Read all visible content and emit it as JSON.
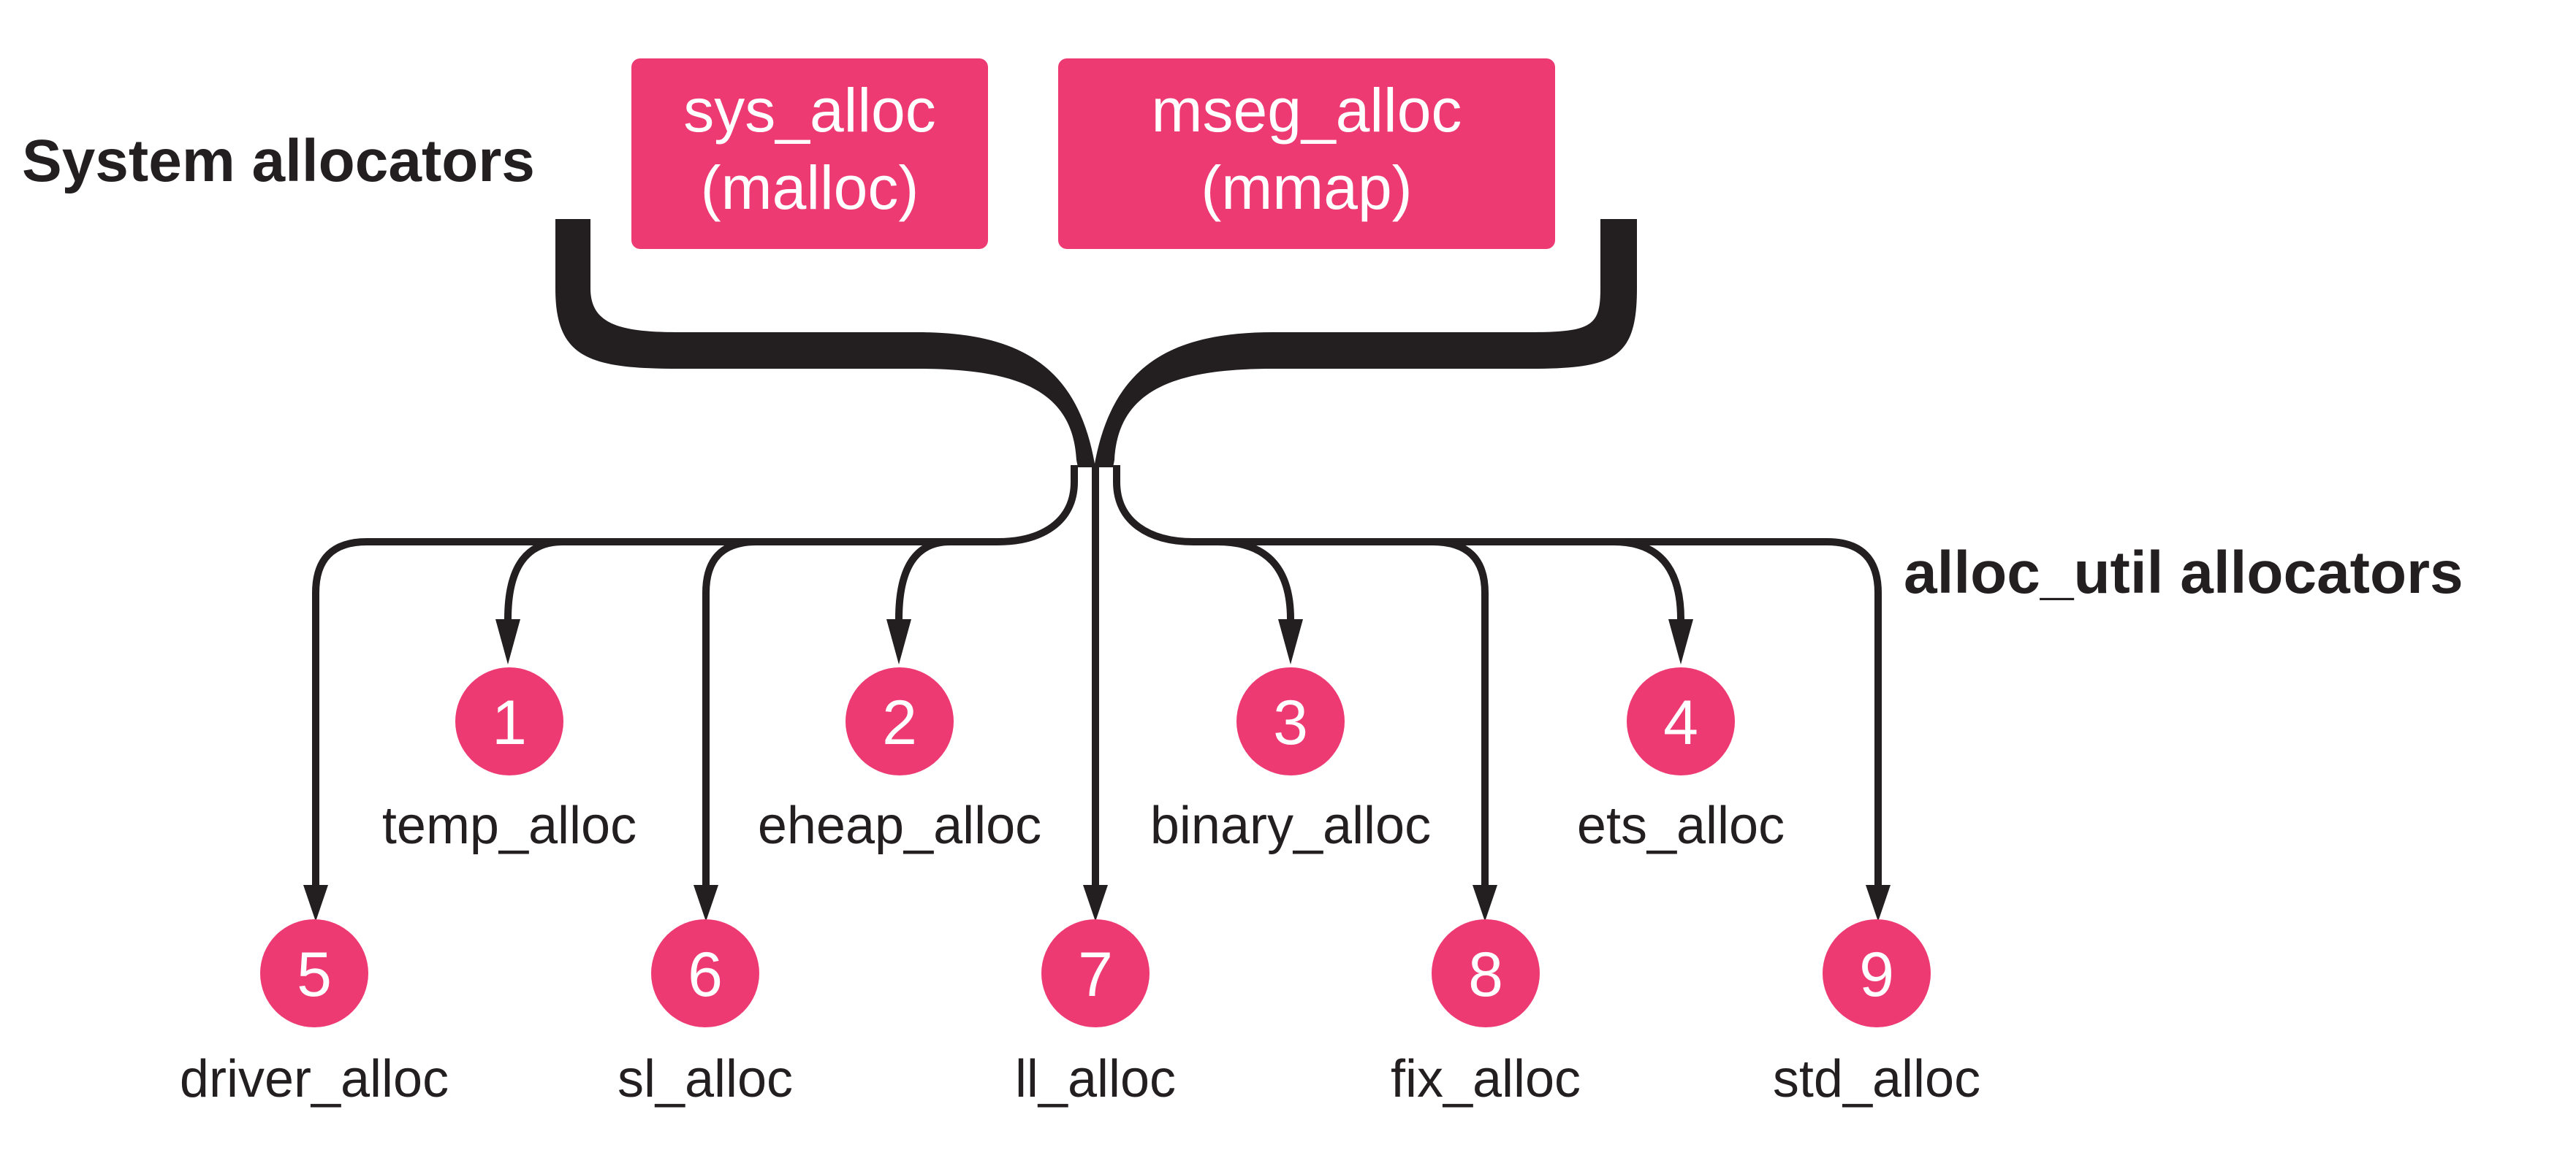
{
  "headings": {
    "system": "System allocators",
    "alloc_util": "alloc_util allocators"
  },
  "system_allocators": [
    {
      "line1": "sys_alloc",
      "line2": "(malloc)"
    },
    {
      "line1": "mseg_alloc",
      "line2": "(mmap)"
    }
  ],
  "allocators": [
    {
      "number": "1",
      "label": "temp_alloc"
    },
    {
      "number": "2",
      "label": "eheap_alloc"
    },
    {
      "number": "3",
      "label": "binary_alloc"
    },
    {
      "number": "4",
      "label": "ets_alloc"
    },
    {
      "number": "5",
      "label": "driver_alloc"
    },
    {
      "number": "6",
      "label": "sl_alloc"
    },
    {
      "number": "7",
      "label": "ll_alloc"
    },
    {
      "number": "8",
      "label": "fix_alloc"
    },
    {
      "number": "9",
      "label": "std_alloc"
    }
  ],
  "colors": {
    "accent": "#ee3a73",
    "ink": "#231f20",
    "background": "#ffffff"
  }
}
